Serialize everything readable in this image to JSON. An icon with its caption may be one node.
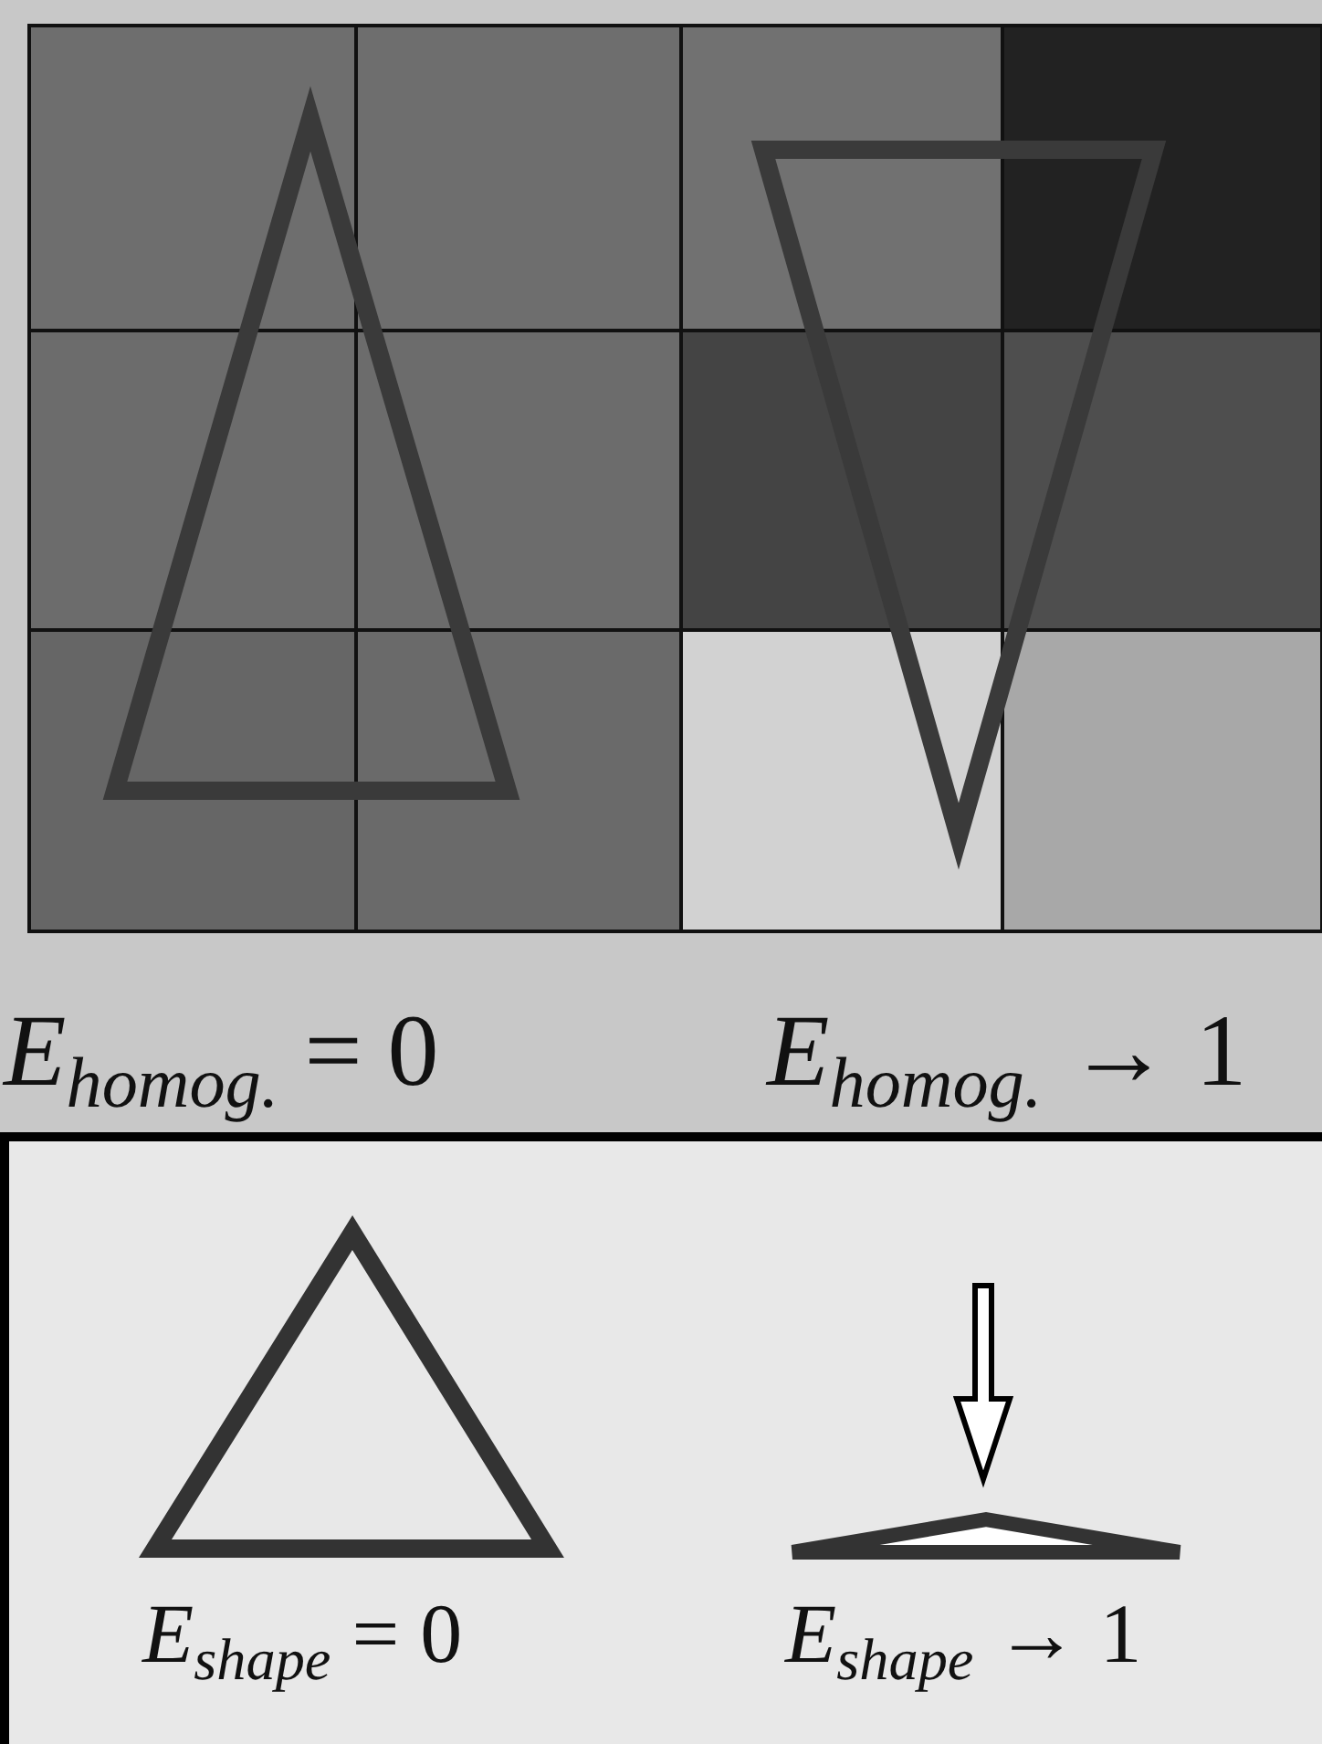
{
  "diagram": {
    "labels": [
      "*E*$_{homog.}$ = 0",
      "*E*$_{homog.}$ → 1",
      "*E*$_{shape}$ = 0",
      "*E*$_{shape}$ → 1"
    ]
  }
}
